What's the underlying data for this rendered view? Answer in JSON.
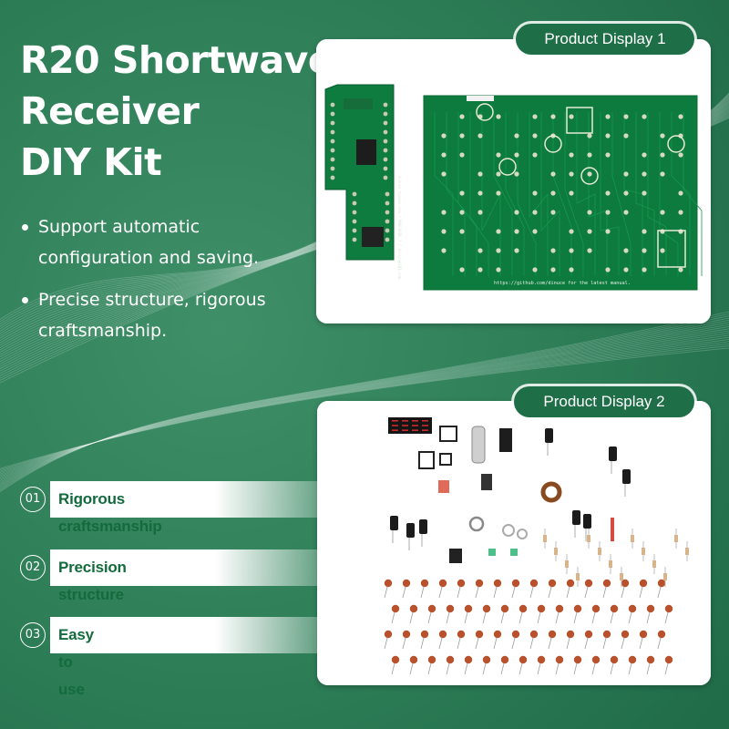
{
  "title_lines": [
    "R20 Shortwave",
    "Receiver",
    "DIY Kit"
  ],
  "bullets": [
    "Support automatic configuration and saving.",
    "Precise structure, rigorous craftsmanship."
  ],
  "display1": {
    "label": "Product Display 1",
    "module_text": "dinuco.taobao.com / MH6CA8B8_7 / dinuco@163.com",
    "board_url": "https://github.com/dinuce for the latest manual."
  },
  "display2": {
    "label": "Product Display 2"
  },
  "features": [
    {
      "num": "01",
      "label": "Rigorous craftsmanship"
    },
    {
      "num": "02",
      "label": "Precision structure"
    },
    {
      "num": "03",
      "label": "Easy to use"
    }
  ],
  "colors": {
    "background": "#2a7a54",
    "accent": "#1e6e47",
    "pcb": "#0d7a3e",
    "capacitor": "#b8522c"
  }
}
